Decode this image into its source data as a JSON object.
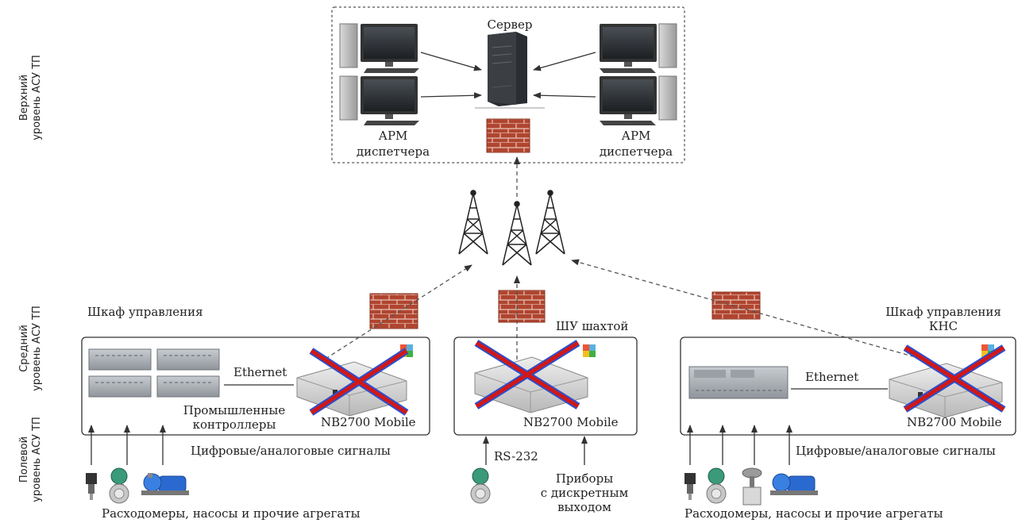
{
  "levels": {
    "upper": [
      "Верхний",
      "уровень АСУ ТП"
    ],
    "middle": [
      "Средний",
      "уровень АСУ ТП"
    ],
    "field": [
      "Полевой",
      "уровень АСУ ТП"
    ]
  },
  "server": {
    "label": "Сервер"
  },
  "arm_left": {
    "line1": "АРМ",
    "line2": "диспетчера"
  },
  "arm_right": {
    "line1": "АРМ",
    "line2": "диспетчера"
  },
  "cabinet_left": {
    "title": "Шкаф управления",
    "ethernet": "Ethernet",
    "controllers": [
      "Промышленные",
      "контроллеры"
    ],
    "device": "NB2700 Mobile",
    "signals": "Цифровые/аналоговые сигналы",
    "field": "Расходомеры, насосы и прочие агрегаты"
  },
  "cabinet_mid": {
    "title": "ШУ шахтой",
    "device": "NB2700 Mobile",
    "interface": "RS-232",
    "devices_label": [
      "Приборы",
      "с дискретным",
      "выходом"
    ]
  },
  "cabinet_right": {
    "title": [
      "Шкаф управления",
      "КНС"
    ],
    "ethernet": "Ethernet",
    "device": "NB2700 Mobile",
    "signals": "Цифровые/аналоговые сигналы",
    "field": "Расходомеры, насосы и прочие агрегаты"
  },
  "colors": {
    "cross": "#d01818",
    "cross_edge": "#2a4fd0",
    "brick": "#a8402c",
    "dashed": "#555555"
  }
}
